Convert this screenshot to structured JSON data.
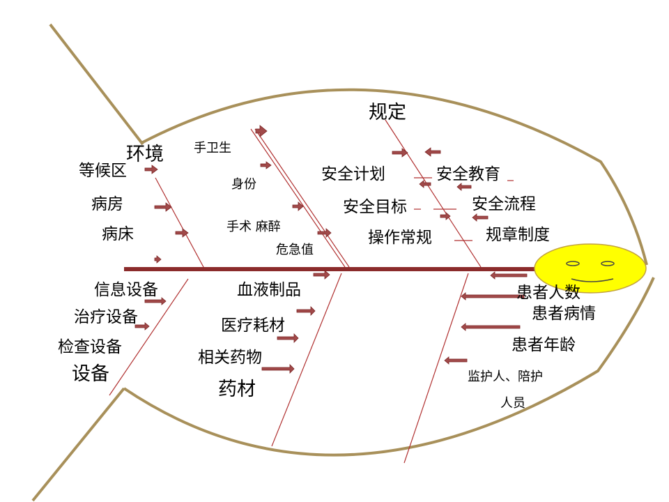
{
  "categories": {
    "environment": "环境",
    "regulations": "规定",
    "equipment": "设备",
    "drugs": "药材"
  },
  "environment_items": [
    "等候区",
    "病房",
    "病床"
  ],
  "staff_items": [
    "手卫生",
    "身份",
    "手术 麻醉",
    "危急值"
  ],
  "regulation_items": [
    "安全计划",
    "安全教育",
    "安全目标",
    "安全流程",
    "操作常规",
    "规章制度"
  ],
  "equipment_items": [
    "信息设备",
    "治疗设备",
    "检查设备"
  ],
  "drug_items": [
    "血液制品",
    "医疗耗材",
    "相关药物"
  ],
  "patient_items": [
    "患者人数",
    "患者病情",
    "患者年龄",
    "监护人、陪护",
    "人员"
  ],
  "colors": {
    "fish_outline": "#a8905a",
    "spine": "#8b2b2b",
    "arrow_fill": "#a14a4a",
    "bone": "#b03030",
    "face": "#ffff00"
  }
}
